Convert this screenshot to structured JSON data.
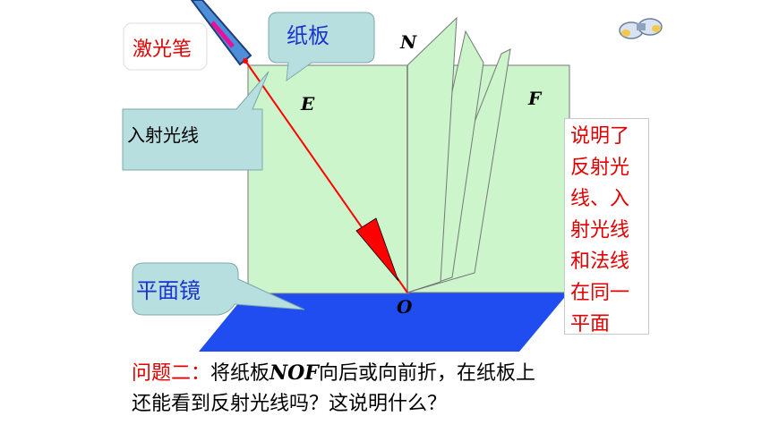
{
  "labels": {
    "laser_pen": "激光笔",
    "paper_board": "纸板",
    "incident_ray": "入射光线",
    "plane_mirror": "平面镜",
    "point_n": "N",
    "point_e": "E",
    "point_f": "F",
    "point_o": "O"
  },
  "conclusion": {
    "lines": [
      "说明了",
      "反射光",
      "线、入",
      "射光线",
      "和法线",
      "在同一",
      "平面"
    ]
  },
  "question": {
    "lead": "问题二：",
    "part1": "将纸板",
    "nof": "NOF",
    "part2": "向后或向前折，在纸板上",
    "line2": "还能看到反射光线吗？这说明什么？"
  },
  "icons": {
    "binoculars": "binoculars-icon"
  },
  "colors": {
    "board_fill": "#ccf5cc",
    "callout_fill": "#b7dfe0",
    "mirror_fill": "#1f4df0",
    "ray_color": "#ff0000",
    "conclusion_text": "#e00000",
    "laser_label": "#e00000",
    "callout_label_blue": "#1a33cc"
  }
}
